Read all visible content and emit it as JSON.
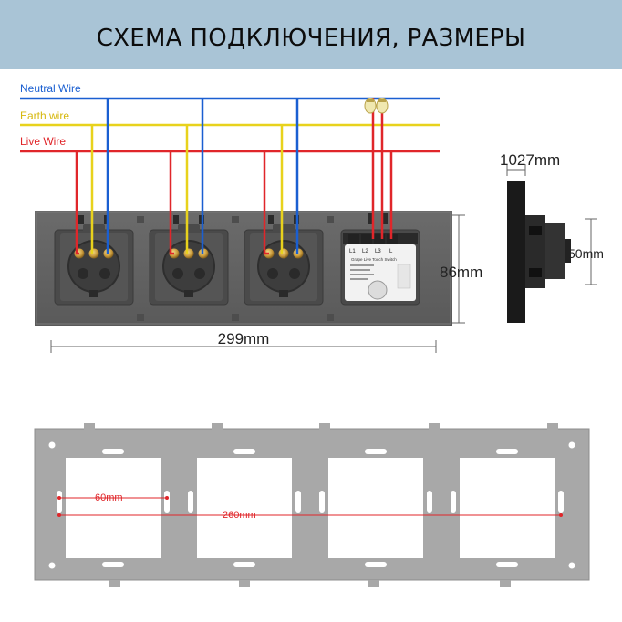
{
  "header": {
    "title": "СХЕМА ПОДКЛЮЧЕНИЯ, РАЗМЕРЫ"
  },
  "wires": {
    "neutral": {
      "label": "Neutral Wire",
      "color": "#1a5fd1"
    },
    "earth": {
      "label": "Earth wire",
      "color": "#e8d21c"
    },
    "live": {
      "label": "Live Wire",
      "color": "#e0262a"
    }
  },
  "switch_module": {
    "terminals": [
      "L1",
      "L2",
      "L3",
      "L"
    ],
    "label": "Grape Live Touch Switch"
  },
  "dimensions": {
    "total_width": "299mm",
    "height": "86mm",
    "side_depth": "1027mm",
    "side_box": "50mm",
    "module_width": "60mm",
    "mounting_span": "260mm"
  }
}
